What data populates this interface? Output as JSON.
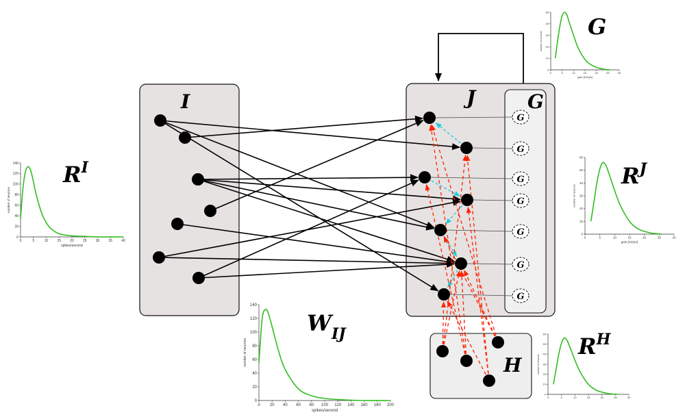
{
  "labels": {
    "group_i": "I",
    "group_j": "J",
    "group_g": "G",
    "group_h": "H",
    "g_unit": "G",
    "plot_g": "G",
    "plot_ri_base": "R",
    "plot_ri_sup": "I",
    "plot_rj_base": "R",
    "plot_rj_sup": "J",
    "plot_rh_base": "R",
    "plot_rh_sup": "H",
    "plot_wij_base": "W",
    "plot_wij_sub": "IJ"
  },
  "colors": {
    "box_fill": "#e6e2e1",
    "g_panel_fill": "#f2f1f1",
    "h_box_fill": "#eeeeee",
    "neuron": "#000000",
    "excitatory_arrow": "#000000",
    "input_arrow": "#ff2200",
    "lateral_arrow": "#22ccdd",
    "curve": "#33bb22"
  },
  "chart_data": [
    {
      "type": "line",
      "id": "ri",
      "title": "R^I",
      "xlabel": "spikes/second",
      "ylabel": "number of neurons",
      "xlim": [
        0,
        40
      ],
      "ylim": [
        0,
        140
      ],
      "xticks": [
        0,
        5,
        10,
        15,
        20,
        25,
        30,
        35,
        40
      ],
      "yticks": [
        0,
        20,
        40,
        60,
        80,
        100,
        120,
        140
      ],
      "series": [
        {
          "x": [
            0,
            1,
            2,
            3,
            4,
            5,
            6,
            8,
            10,
            12,
            15,
            20,
            25,
            30,
            40
          ],
          "y": [
            35,
            95,
            125,
            133,
            125,
            105,
            82,
            48,
            27,
            15,
            6,
            2,
            1,
            0,
            0
          ]
        }
      ]
    },
    {
      "type": "line",
      "id": "g",
      "title": "G",
      "xlabel": "gain [Hz/pA]",
      "ylabel": "number of neurons",
      "xlim": [
        0,
        30
      ],
      "ylim": [
        0,
        50
      ],
      "xticks": [
        0,
        5,
        10,
        15,
        20,
        25,
        30
      ],
      "yticks": [
        0,
        10,
        20,
        30,
        40,
        50
      ],
      "series": [
        {
          "x": [
            2,
            3,
            4,
            5,
            6,
            7,
            8,
            10,
            12,
            15,
            18,
            22,
            26
          ],
          "y": [
            10,
            25,
            38,
            47,
            50,
            48,
            42,
            30,
            19,
            9,
            4,
            1,
            0
          ]
        }
      ]
    },
    {
      "type": "line",
      "id": "rj",
      "title": "R^J",
      "xlabel": "gain [Hz/pA]",
      "ylabel": "number of neurons",
      "xlim": [
        0,
        30
      ],
      "ylim": [
        0,
        60
      ],
      "xticks": [
        0,
        5,
        10,
        15,
        20,
        25,
        30
      ],
      "yticks": [
        0,
        10,
        20,
        30,
        40,
        50,
        60
      ],
      "series": [
        {
          "x": [
            2,
            3,
            4,
            5,
            6,
            7,
            8,
            10,
            12,
            15,
            18,
            22,
            26
          ],
          "y": [
            10,
            25,
            40,
            51,
            56,
            54,
            48,
            34,
            22,
            10,
            4,
            1,
            0
          ]
        }
      ]
    },
    {
      "type": "line",
      "id": "wij",
      "title": "W_IJ",
      "xlabel": "spikes/second",
      "ylabel": "number of neurons",
      "xlim": [
        0,
        200
      ],
      "ylim": [
        0,
        140
      ],
      "xticks": [
        0,
        20,
        40,
        60,
        80,
        100,
        120,
        140,
        160,
        180,
        200
      ],
      "yticks": [
        0,
        20,
        40,
        60,
        80,
        100,
        120,
        140
      ],
      "series": [
        {
          "x": [
            0,
            5,
            10,
            14,
            20,
            30,
            40,
            60,
            80,
            100,
            130,
            160,
            200
          ],
          "y": [
            55,
            120,
            133,
            128,
            108,
            72,
            45,
            17,
            7,
            3,
            1,
            0,
            0
          ]
        }
      ]
    },
    {
      "type": "line",
      "id": "rh",
      "title": "R^H",
      "xlabel": "",
      "ylabel": "number of neurons",
      "xlim": [
        0,
        30
      ],
      "ylim": [
        0,
        60
      ],
      "xticks": [
        0,
        5,
        10,
        15,
        20,
        25,
        30
      ],
      "yticks": [
        0,
        10,
        20,
        30,
        40,
        50,
        60
      ],
      "series": [
        {
          "x": [
            2,
            3,
            4,
            5,
            6,
            7,
            8,
            10,
            12,
            15,
            18,
            22,
            26
          ],
          "y": [
            10,
            25,
            40,
            51,
            56,
            54,
            48,
            34,
            22,
            10,
            4,
            1,
            0
          ]
        }
      ]
    }
  ]
}
